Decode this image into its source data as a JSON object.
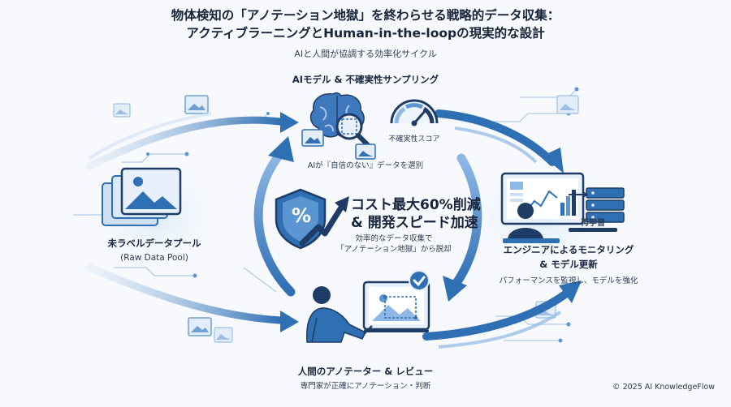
{
  "header": {
    "title_line1": "物体検知の「アノテーション地獄」を終わらせる戦略的データ収集：",
    "title_line2": "アクティブラーニングとHuman-in-the-loopの現実的な設計",
    "subtitle": "AIと人間が協調する効率化サイクル"
  },
  "top_node": {
    "title": "AIモデル & 不確実性サンプリング",
    "gauge_label": "不確実性スコア",
    "caption": "AIが『自信のない』データを選別"
  },
  "left_node": {
    "title": "未ラベルデータプール",
    "subtitle": "(Raw Data Pool)"
  },
  "right_node": {
    "badge": "再学習",
    "title_line1": "エンジニアによるモニタリング",
    "title_line2": "& モデル更新",
    "caption": "パフォーマンスを監視し、モデルを強化"
  },
  "center": {
    "headline_line1": "コスト最大60%削減",
    "headline_line2": "& 開発スピード加速",
    "caption_line1": "効率的なデータ収集で",
    "caption_line2": "「アノテーション地獄」から脱却",
    "shield_symbol": "%"
  },
  "bottom_node": {
    "title": "人間のアノテーター & レビュー",
    "caption": "専門家が正確にアノテーション・判断"
  },
  "footer": {
    "copyright": "© 2025 AI KnowledgeFlow"
  },
  "colors": {
    "primary": "#2f6fb3",
    "light": "#8fb8e6",
    "dark": "#1f3c66",
    "accent": "#1a73c8"
  },
  "icons": {
    "brain": "brain-icon",
    "magnifier": "magnifier-icon",
    "gauge": "gauge-icon",
    "images": "image-stack-icon",
    "monitor": "monitor-icon",
    "server": "server-icon",
    "engineer": "engineer-icon",
    "annotator": "annotator-icon",
    "tablet": "tablet-icon",
    "shield": "shield-percent-icon",
    "growth_arrow": "growth-arrow-icon",
    "check": "check-icon"
  }
}
